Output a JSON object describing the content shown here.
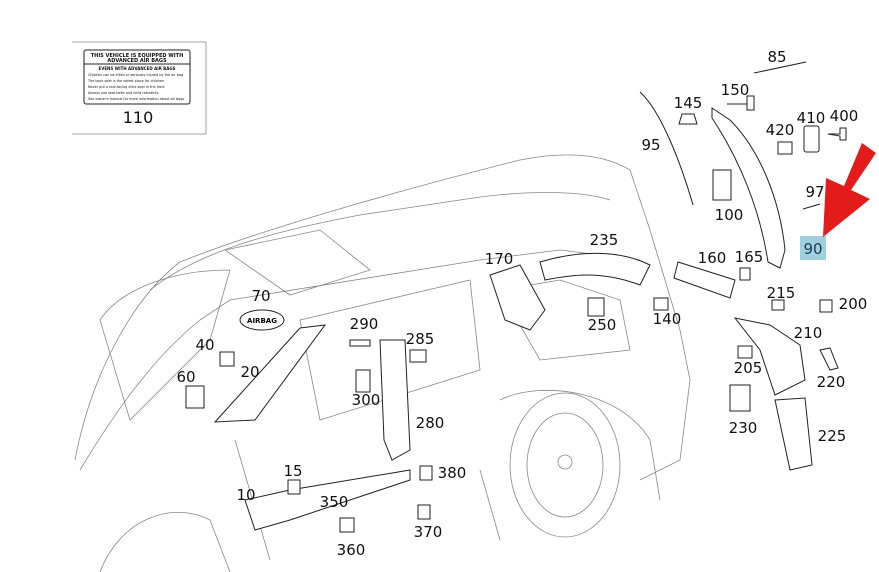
{
  "diagram": {
    "warning_label": {
      "title_line1": "THIS VEHICLE IS EQUIPPED WITH",
      "title_line2": "ADVANCED AIR BAGS",
      "subtitle": "EVENS WITH ADVANCED AIR BAGS",
      "bullets": [
        "Children can be killed or seriously injured by the air bag",
        "The back seat is the safest place for children",
        "Never put a rear-facing child seat in the front",
        "Always use seat belts and child restraints",
        "See owner's manual for more information about air bags"
      ],
      "part_number": "110"
    },
    "airbag_badge": "AIRBAG",
    "part_labels": {
      "p85": "85",
      "p150": "150",
      "p145": "145",
      "p410": "410",
      "p400": "400",
      "p420": "420",
      "p95": "95",
      "p97": "97",
      "p100": "100",
      "p90": "90",
      "p235": "235",
      "p170": "170",
      "p160": "160",
      "p165": "165",
      "p70": "70",
      "p215": "215",
      "p200": "200",
      "p250": "250",
      "p140": "140",
      "p290": "290",
      "p285": "285",
      "p210": "210",
      "p40": "40",
      "p20": "20",
      "p60": "60",
      "p205": "205",
      "p220": "220",
      "p300": "300",
      "p280": "280",
      "p230": "230",
      "p225": "225",
      "p15": "15",
      "p380": "380",
      "p10": "10",
      "p350": "350",
      "p370": "370",
      "p360": "360"
    },
    "highlighted_part": "90",
    "colors": {
      "highlight": "#9fd0e0",
      "arrow": "#e31b1b",
      "line": "#222222"
    }
  }
}
